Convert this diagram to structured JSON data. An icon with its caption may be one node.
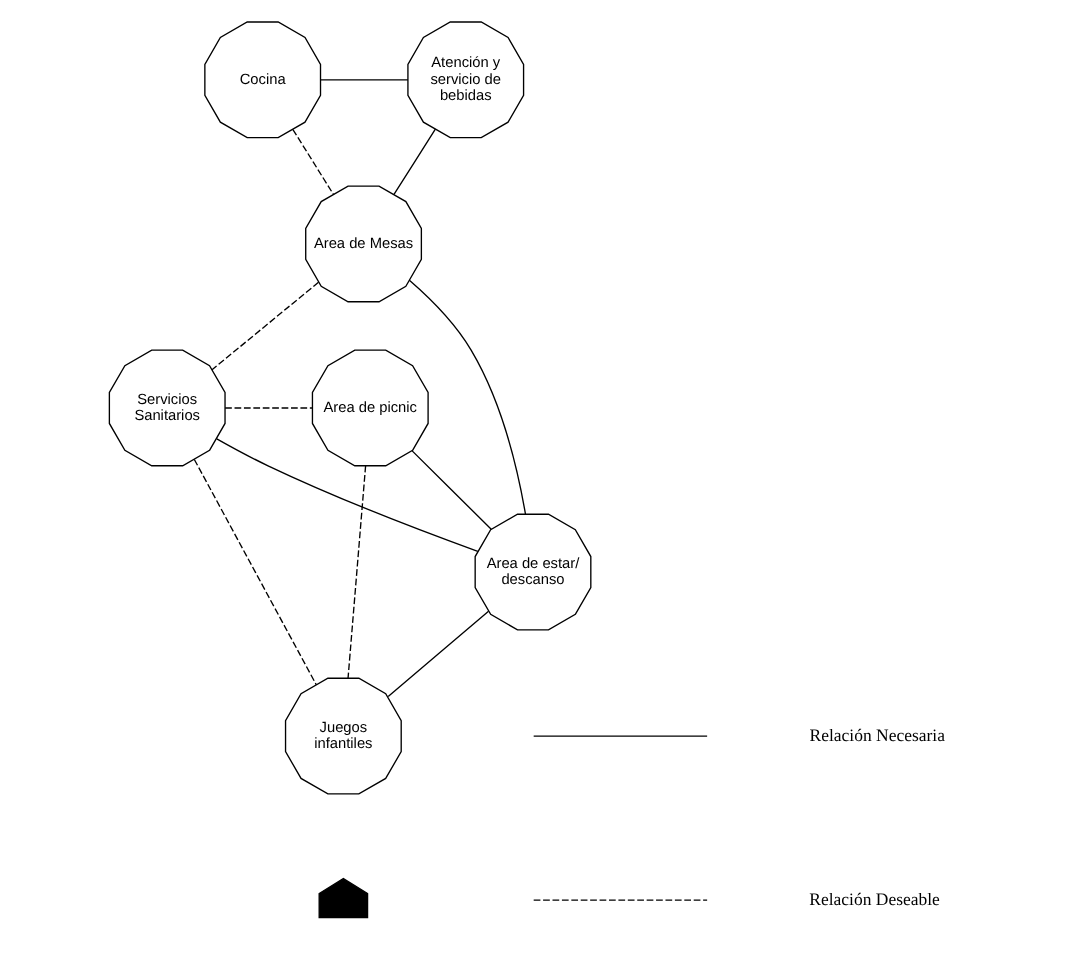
{
  "diagram": {
    "nodes": [
      {
        "text": [
          "Cocina"
        ]
      },
      {
        "text": [
          "Atención y servicio de bebidas"
        ]
      },
      {
        "text": [
          "Area de Mesas"
        ]
      },
      {
        "text": [
          "Servicios Sanitarios"
        ]
      },
      {
        "text": [
          "Area de picnic"
        ]
      },
      {
        "text": [
          "Area de estar/ descanso"
        ]
      },
      {
        "text": [
          "Juegos infantiles"
        ]
      },
      {
        "text": [],
        "shape": "arrow"
      }
    ],
    "edges": [
      {
        "from": 0,
        "to": 1,
        "arrow": "none"
      },
      {
        "from": 0,
        "to": 2,
        "arrow": "none",
        "style": "dashed"
      },
      {
        "from": 1,
        "to": 2,
        "arrow": "none"
      },
      {
        "from": 2,
        "to": 3,
        "arrow": "none",
        "style": "dashed"
      },
      {
        "from": 2,
        "to": 5,
        "arrow": "none"
      },
      {
        "from": 3,
        "to": 4,
        "arrow": "none",
        "style": "dashed"
      },
      {
        "from": 3,
        "to": 5,
        "arrow": "none"
      },
      {
        "from": 5,
        "to": 4,
        "arrow": "none"
      },
      {
        "from": 4,
        "to": 6,
        "arrow": "none",
        "style": "dashed"
      },
      {
        "from": 5,
        "to": 6,
        "arrow": "none"
      },
      {
        "from": 3,
        "to": 6,
        "arrow": "none",
        "style": "dashed"
      }
    ],
    "legend": [
      {
        "text": "Relación Necesaria"
      },
      {
        "text": "Relación Deseable"
      }
    ]
  }
}
